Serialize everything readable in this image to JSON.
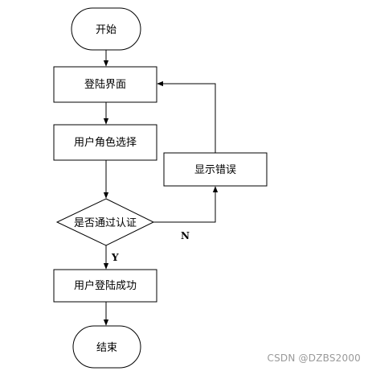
{
  "nodes": {
    "start": "开始",
    "login_page": "登陆界面",
    "role_select": "用户角色选择",
    "auth_check": "是否通过认证",
    "login_success": "用户登陆成功",
    "show_error": "显示错误",
    "end": "结束"
  },
  "branches": {
    "yes": "Y",
    "no": "N"
  },
  "watermark": "CSDN @DZBS2000"
}
